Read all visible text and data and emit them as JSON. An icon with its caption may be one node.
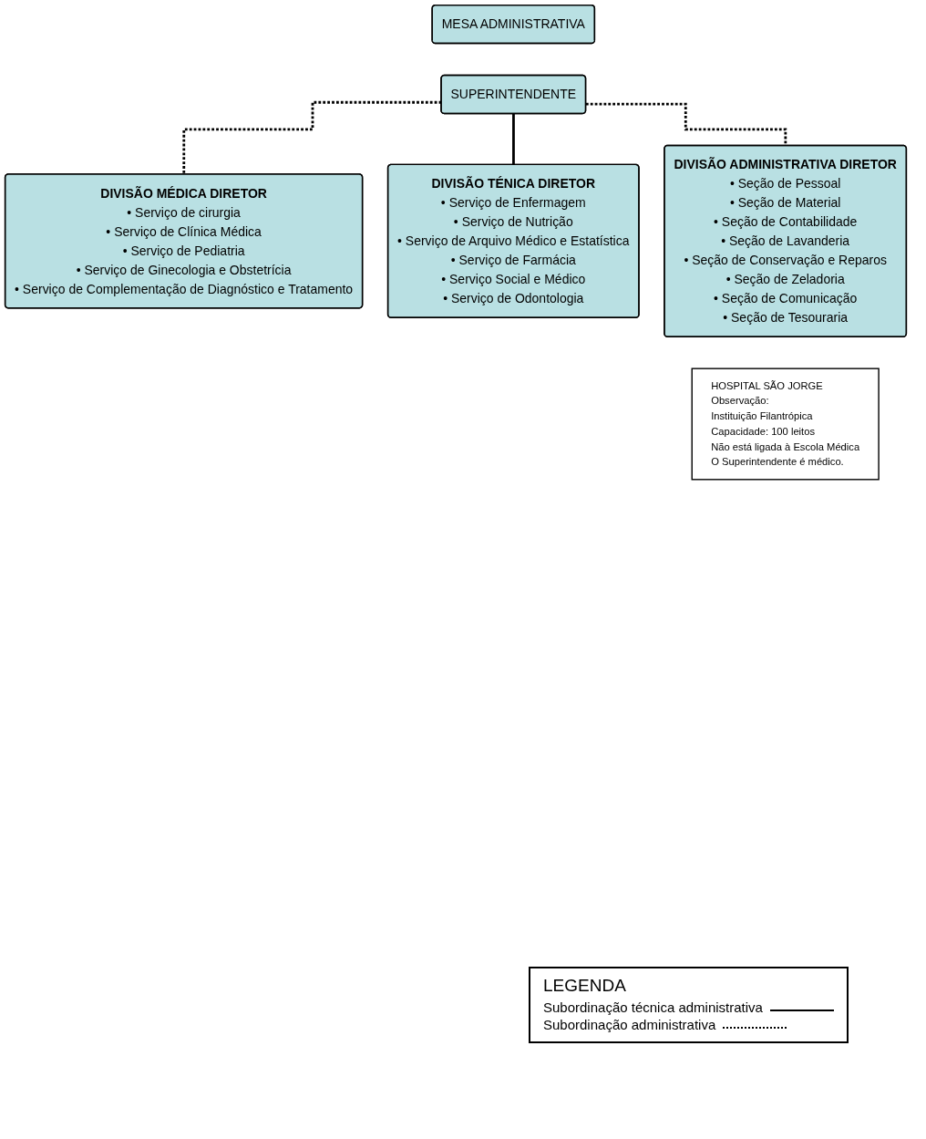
{
  "diagram": {
    "nodes": [
      {
        "text": [
          "MESA ADMINISTRATIVA"
        ]
      },
      {
        "text": [
          "SUPERINTENDENTE"
        ]
      },
      {
        "text": [
          "DIVISÃO MÉDICA DIRETOR",
          "• Serviço de cirurgia",
          "• Serviço de Clínica Médica",
          "• Serviço de Pediatria",
          "• Serviço de Ginecologia e Obstetrícia",
          "• Serviço de Complementação de Diagnóstico e Tratamento"
        ]
      },
      {
        "text": [
          "DIVISÃO TÉNICA DIRETOR",
          "• Serviço de Enfermagem",
          "• Serviço de Nutrição",
          "• Serviço de Arquivo Médico e Estatística",
          "• Serviço de Farmácia",
          "• Serviço Social e Médico",
          "• Serviço de Odontologia"
        ]
      },
      {
        "text": [
          "DIVISÃO ADMINISTRATIVA DIRETOR",
          "• Seção de Pessoal",
          "• Seção de Material",
          "• Seção de Contabilidade",
          "• Seção de Lavanderia",
          "• Seção de Conservação e Reparos",
          "• Seção de Zeladoria",
          "• Seção de Comunicação",
          "• Seção de Tesouraria"
        ]
      },
      {
        "text": [
          "HOSPITAL SÃO JORGE",
          "Observação:",
          "Instituição Filantrópica",
          "Capacidade: 100 leitos",
          "Não está ligada à Escola Médica",
          "O Superintendente é médico."
        ]
      }
    ],
    "edges": [
      {
        "from": 1,
        "to": 2,
        "arrow": "none",
        "style": "dashed"
      },
      {
        "from": 1,
        "to": 3,
        "arrow": "none"
      },
      {
        "from": 1,
        "to": 4,
        "arrow": "none",
        "style": "dashed"
      }
    ],
    "labels": [
      "LEGENDA"
    ],
    "legend": [
      {
        "text": "Subordinação técnica administrativa"
      },
      {
        "text": "Subordinação administrativa"
      }
    ]
  }
}
